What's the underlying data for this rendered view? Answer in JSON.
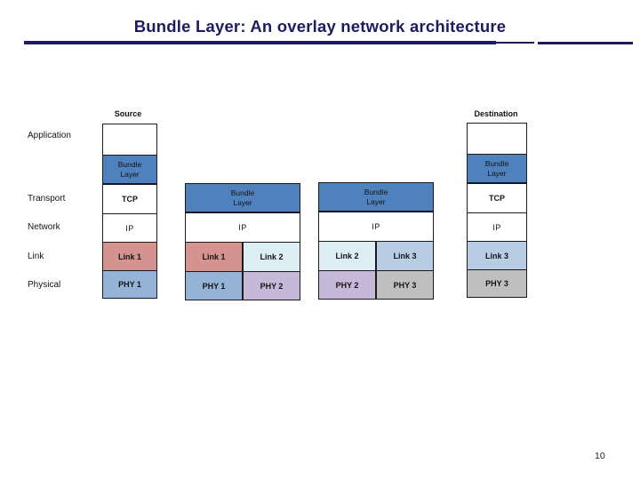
{
  "slide": {
    "title": "Bundle Layer: An overlay network architecture",
    "page_number": "10"
  },
  "colors": {
    "title_navy": "#1E1C61",
    "rule_navy": "#1E1C61",
    "bundle_blue": "#4F81BD",
    "link1_salmon": "#D59390",
    "link2_pale_blue": "#DCEDF4",
    "link3_light_blue": "#B8CCE4",
    "phy1_blue": "#95B3D7",
    "phy2_lavender": "#C6B8D8",
    "phy3_gray": "#BFBFBF",
    "box_white": "#FFFFFF"
  },
  "layer_labels": {
    "application": "Application",
    "transport": "Transport",
    "network": "Network",
    "link": "Link",
    "physical": "Physical"
  },
  "stacks": {
    "source": {
      "header": "Source",
      "application": "",
      "bundle": "Bundle\nLayer",
      "transport": "TCP",
      "network": "IP",
      "link": "Link 1",
      "physical": "PHY 1"
    },
    "router1": {
      "bundle": "Bundle\nLayer",
      "network": "IP",
      "link_left": "Link 1",
      "link_right": "Link 2",
      "phy_left": "PHY 1",
      "phy_right": "PHY 2"
    },
    "router2": {
      "bundle": "Bundle\nLayer",
      "network": "IP",
      "link_left": "Link 2",
      "link_right": "Link 3",
      "phy_left": "PHY 2",
      "phy_right": "PHY 3"
    },
    "destination": {
      "header": "Destination",
      "application": "",
      "bundle": "Bundle\nLayer",
      "transport": "TCP",
      "network": "IP",
      "link": "Link 3",
      "physical": "PHY 3"
    }
  }
}
